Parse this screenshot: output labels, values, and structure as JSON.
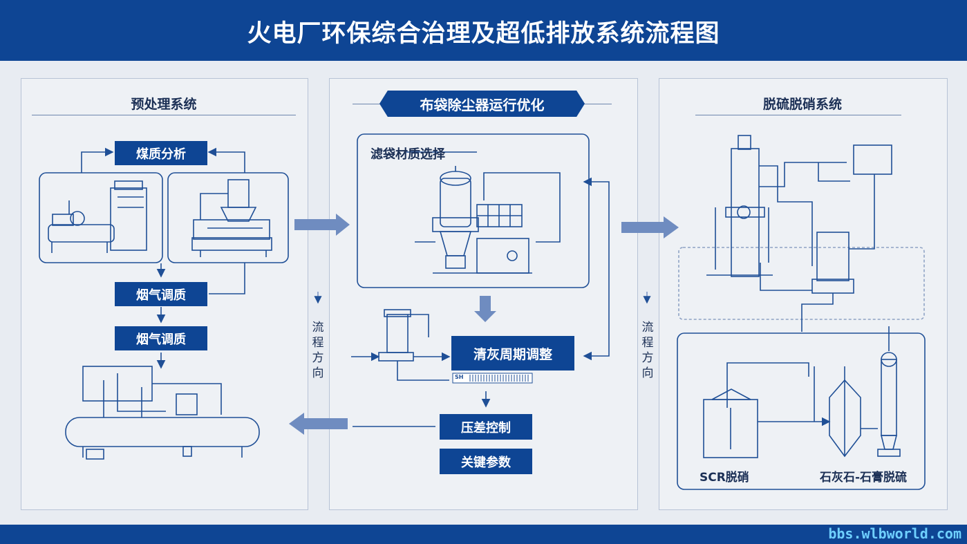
{
  "title": "火电厂环保综合治理及超低排放系统流程图",
  "watermark": "bbs.wlbworld.com",
  "left_panel": {
    "title": "预处理系统",
    "steps": [
      "煤质分析",
      "烟气调质",
      "烟气调质"
    ]
  },
  "middle_panel": {
    "title": "布袋除尘器运行优化",
    "inner_title": "滤袋材质选择",
    "clean_cycle": "清灰周期调整",
    "pressure": "压差控制",
    "params": "关键参数",
    "small_label": "SH"
  },
  "right_panel": {
    "title": "脱硫脱硝系统",
    "scr": "SCR脱硝",
    "gypsum": "石灰石-石膏脱硫"
  },
  "flow_direction": "流程方向",
  "colors": {
    "brand": "#0e4594",
    "line": "#1f4f96",
    "arrow": "#6f8cc0",
    "panel": "#eef1f5"
  }
}
